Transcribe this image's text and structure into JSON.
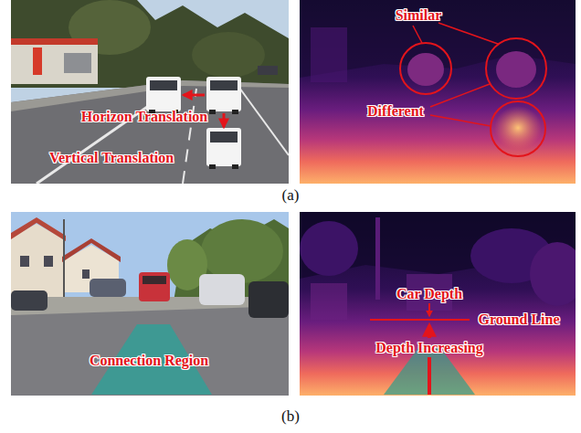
{
  "diagram": {
    "labels": [
      "Similar",
      "Horizon Translation",
      "Different",
      "Vertical Translation",
      "(a)",
      "Car Depth",
      "Ground Line",
      "Connection Region",
      "Depth Increasing",
      "(b)"
    ]
  }
}
